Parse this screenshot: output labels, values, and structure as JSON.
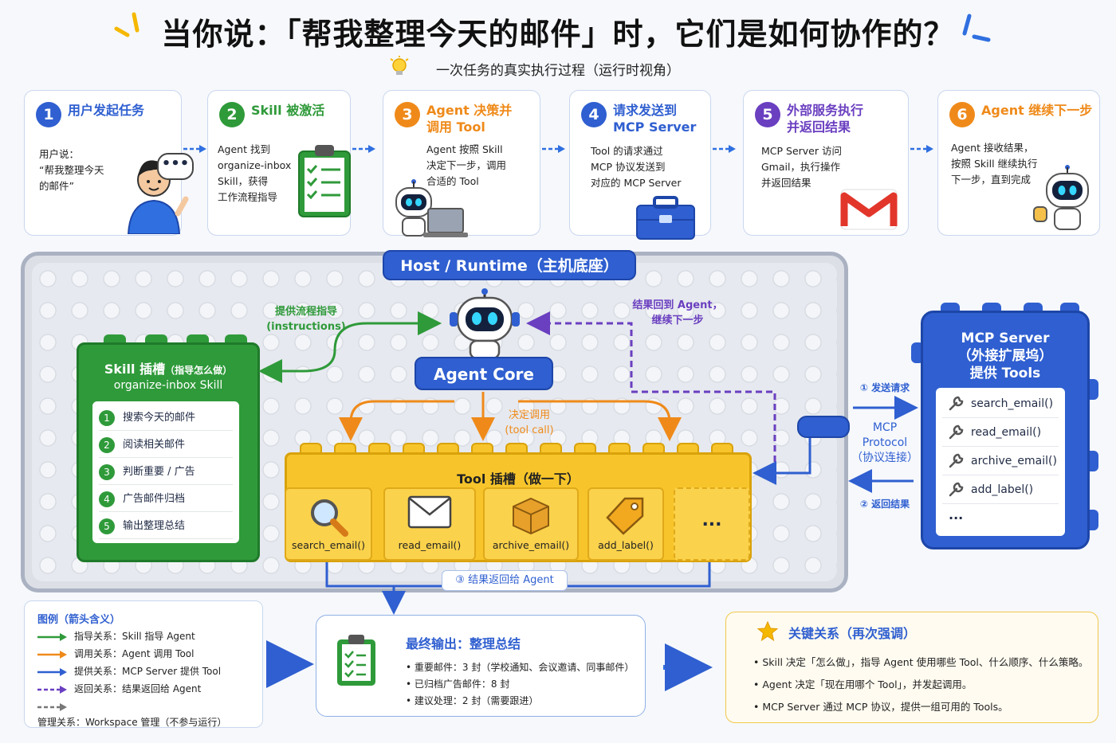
{
  "header": {
    "title": "当你说：「帮我整理今天的邮件」时，它们是如何协作的？",
    "subtitle": "一次任务的真实执行过程（运行时视角）"
  },
  "steps": [
    {
      "num": "1",
      "title": "用户发起任务",
      "text": "用户说：\n“帮我整理今天\n的邮件”",
      "color": "#2f5fd0",
      "tcolor": "#2f5fd0"
    },
    {
      "num": "2",
      "title": "Skill 被激活",
      "text": "Agent 找到\norganize-inbox\nSkill，获得\n工作流程指导",
      "color": "#2f9a3a",
      "tcolor": "#2f9a3a"
    },
    {
      "num": "3",
      "title": "Agent 决策并\n调用 Tool",
      "text": "Agent 按照 Skill\n决定下一步，调用\n合适的 Tool",
      "color": "#ef8a1a",
      "tcolor": "#ef8a1a"
    },
    {
      "num": "4",
      "title": "请求发送到\nMCP Server",
      "text": "Tool 的请求通过\nMCP 协议发送到\n对应的 MCP Server",
      "color": "#2f5fd0",
      "tcolor": "#2f5fd0"
    },
    {
      "num": "5",
      "title": "外部服务执行\n并返回结果",
      "text": "MCP Server 访问\nGmail，执行操作\n并返回结果",
      "color": "#6a3fc0",
      "tcolor": "#6a3fc0"
    },
    {
      "num": "6",
      "title": "Agent 继续下一步",
      "text": "Agent 接收结果，\n按照 Skill 继续执行\n下一步，直到完成",
      "color": "#ef8a1a",
      "tcolor": "#ef8a1a"
    }
  ],
  "host": {
    "label": "Host / Runtime（主机底座）"
  },
  "skill": {
    "title": "Skill 插槽",
    "title_note": "（指导怎么做）",
    "name": "organize-inbox Skill",
    "items": [
      {
        "n": "1",
        "t": "搜索今天的邮件"
      },
      {
        "n": "2",
        "t": "阅读相关邮件"
      },
      {
        "n": "3",
        "t": "判断重要 / 广告"
      },
      {
        "n": "4",
        "t": "广告邮件归档"
      },
      {
        "n": "5",
        "t": "输出整理总结"
      }
    ]
  },
  "agent_core": {
    "label": "Agent Core"
  },
  "flow_labels": {
    "instructions": "提供流程指导\n(instructions)",
    "result_back": "结果回到 Agent，\n继续下一步",
    "decide": "决定调用\n(tool call)",
    "send_req": "① 发送请求",
    "return_res": "② 返回结果",
    "mcp_protocol": "MCP\nProtocol\n（协议连接）",
    "tool_return": "③ 结果返回给 Agent"
  },
  "tool": {
    "title": "Tool 插槽（做一下）",
    "slots": [
      "search_email()",
      "read_email()",
      "archive_email()",
      "add_label()"
    ],
    "more": "..."
  },
  "mcp": {
    "title": "MCP Server\n（外接扩展坞）\n提供 Tools",
    "items": [
      "search_email()",
      "read_email()",
      "archive_email()",
      "add_label()"
    ],
    "more": "..."
  },
  "legend": {
    "title": "图例（箭头含义）",
    "items": [
      {
        "t": "指导关系：Skill 指导 Agent",
        "color": "#2f9a3a",
        "dash": false
      },
      {
        "t": "调用关系：Agent 调用 Tool",
        "color": "#ef8a1a",
        "dash": false
      },
      {
        "t": "提供关系：MCP Server 提供 Tool",
        "color": "#2f5fd0",
        "dash": false
      },
      {
        "t": "返回关系：结果返回给 Agent",
        "color": "#6a3fc0",
        "dash": true
      },
      {
        "t": "管理关系：Workspace 管理（不参与运行）",
        "color": "#777",
        "dash": true
      }
    ]
  },
  "final": {
    "title": "最终输出：整理总结",
    "items": [
      "重要邮件：3 封（学校通知、会议邀请、同事邮件）",
      "已归档广告邮件：8 封",
      "建议处理：2 封（需要跟进）"
    ]
  },
  "key": {
    "title": "关键关系（再次强调）",
    "items": [
      "Skill 决定「怎么做」，指导 Agent 使用哪些 Tool、什么顺序、什么策略。",
      "Agent 决定「现在用哪个 Tool」，并发起调用。",
      "MCP Server 通过 MCP 协议，提供一组可用的 Tools。"
    ]
  },
  "icons": [
    "bulb-icon",
    "star-icon",
    "clipboard-icon",
    "robot-icon",
    "gmail-icon",
    "toolbox-icon",
    "magnifier-icon",
    "envelope-icon",
    "package-icon",
    "tag-icon",
    "wrench-icon"
  ]
}
